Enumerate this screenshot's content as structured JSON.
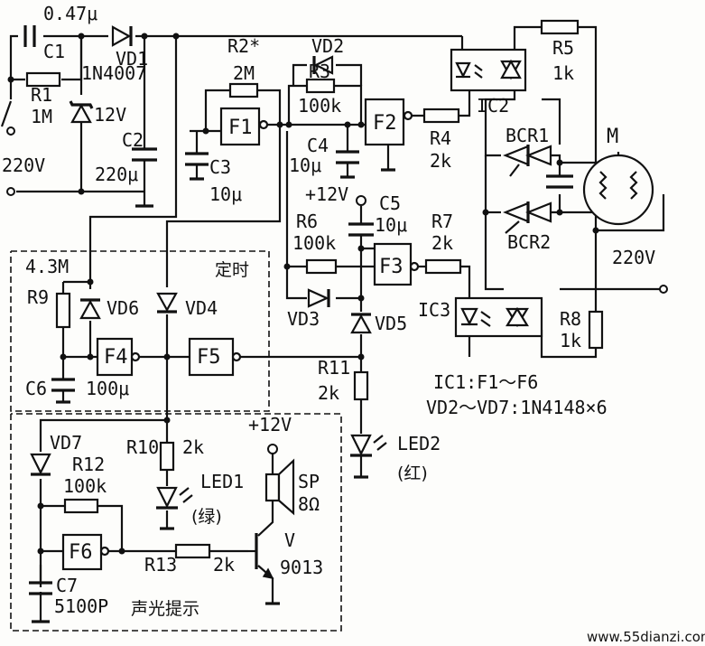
{
  "labels": {
    "c1_value": "0.47μ",
    "c1": "C1",
    "vd1": "VD1",
    "r1": "R1",
    "r1_value": "1M",
    "vd1_type": "1N4007",
    "zener_value": "12V",
    "c2": "C2",
    "c2_value": "220μ",
    "mains_left": "220V",
    "r2": "R2*",
    "r2_value": "2M",
    "vd2": "VD2",
    "r3": "R3",
    "r3_value": "100k",
    "f1": "F1",
    "f2": "F2",
    "c3": "C3",
    "c3_value": "10μ",
    "c4": "C4",
    "c4_value": "10μ",
    "r4": "R4",
    "r4_value": "2k",
    "ic2": "IC2",
    "r5": "R5",
    "r5_value": "1k",
    "motor": "M",
    "bcr1": "BCR1",
    "bcr2": "BCR2",
    "mains_right": "220V",
    "supply_12v_top": "+12V",
    "c5": "C5",
    "c5_value": "10μ",
    "r6": "R6",
    "r6_value": "100k",
    "r7": "R7",
    "r7_value": "2k",
    "f3": "F3",
    "ic3": "IC3",
    "vd3": "VD3",
    "vd5": "VD5",
    "r8": "R8",
    "r8_value": "1k",
    "timer_r_value": "4.3M",
    "timer_title": "定时",
    "r9": "R9",
    "vd6": "VD6",
    "vd4": "VD4",
    "f4": "F4",
    "f5": "F5",
    "c6": "C6",
    "c6_value": "100μ",
    "r11": "R11",
    "r11_value": "2k",
    "ic_note": "IC1:F1～F6",
    "diode_note": "VD2～VD7:1N4148×6",
    "supply_12v_bottom": "+12V",
    "vd7": "VD7",
    "r12": "R12",
    "r12_value": "100k",
    "r10": "R10",
    "r10_value": "2k",
    "led1": "LED1",
    "led1_color": "(绿)",
    "led2": "LED2",
    "led2_color": "(红)",
    "sp": "SP",
    "sp_value": "8Ω",
    "f6": "F6",
    "c7": "C7",
    "c7_value": "5100P",
    "r13": "R13",
    "r13_value": "2k",
    "transistor": "V",
    "transistor_type": "9013",
    "alarm_title": "声光提示",
    "watermark": "www.55dianzi.com"
  }
}
